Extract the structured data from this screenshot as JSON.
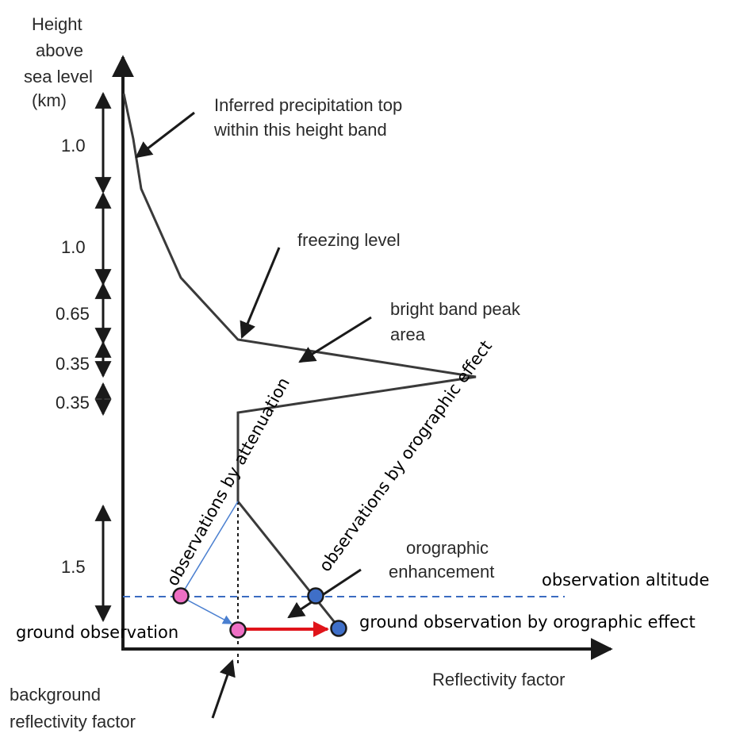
{
  "y_axis_title": [
    "Height",
    "above",
    "sea level",
    "(km)"
  ],
  "x_axis_title": "Reflectivity factor",
  "band_labels": [
    "1.0",
    "1.0",
    "0.65",
    "0.35",
    "0.35",
    "1.5"
  ],
  "annotations": {
    "precip_top": [
      "Inferred precipitation top",
      "within this height band"
    ],
    "freezing_level": "freezing level",
    "bright_band": [
      "bright band peak",
      "area"
    ],
    "orographic_enhancement": [
      "orographic",
      "enhancement"
    ],
    "background_reflectivity": [
      "background",
      "reflectivity factor"
    ]
  },
  "overlay_labels": {
    "attenuation": "observations by attenuation",
    "orographic_effect": "observations by orographic effect",
    "observation_altitude": "observation altitude",
    "ground_observation": "ground observation",
    "ground_obs_orographic": "ground observation by orographic effect"
  },
  "colors": {
    "profile": "#3a3a3a",
    "pink_marker": "#ee6fc4",
    "blue_marker": "#3f6fc8",
    "red_arrow": "#e0141a",
    "dashed_line": "#3b6cc0",
    "thin_blue": "#4a7fd0"
  }
}
